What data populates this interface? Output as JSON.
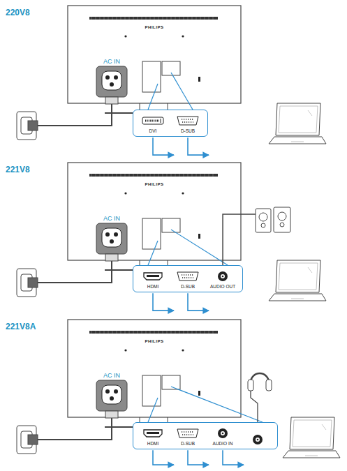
{
  "diagram": {
    "nodes": [
      {
        "text": [
          "DVI",
          "D-SUB"
        ]
      },
      {
        "text": [
          "HDMI",
          "D-SUB",
          "AUDIO OUT"
        ]
      },
      {
        "text": [
          "HDMI",
          "D-SUB",
          "AUDIO IN"
        ]
      }
    ],
    "labels": [
      "220V8",
      "PHILIPS",
      "AC IN",
      "221V8",
      "PHILIPS",
      "AC IN",
      "221V8A",
      "PHILIPS",
      "AC IN"
    ]
  }
}
